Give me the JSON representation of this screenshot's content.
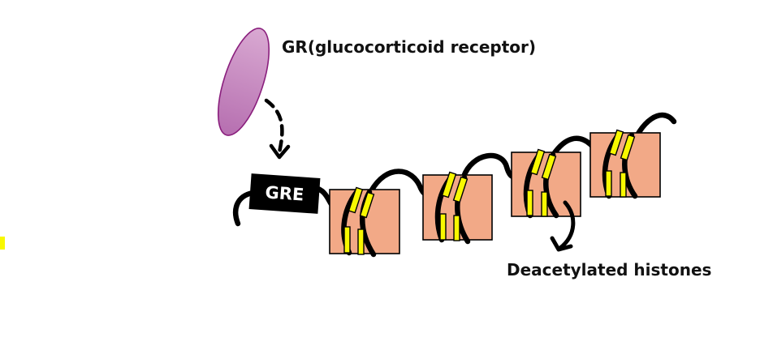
{
  "labels": {
    "receptor": "GR(glucocorticoid receptor)",
    "gre": "GRE",
    "histones": "Deacetylated histones"
  },
  "colors": {
    "receptor_fill_top": "#d9a9d2",
    "receptor_fill_bottom": "#b66fb0",
    "receptor_outline": "#8a1f7d",
    "histone_fill": "#f2a987",
    "histone_outline": "#000000",
    "acetyl_mark_fill": "#f8f800",
    "dna": "#000000",
    "gre_background": "#000000",
    "gre_text": "#ffffff"
  },
  "icons": {
    "receptor": "ellipse-shape",
    "arrow": "dashed-curved-arrow",
    "histone": "nucleosome-square"
  }
}
